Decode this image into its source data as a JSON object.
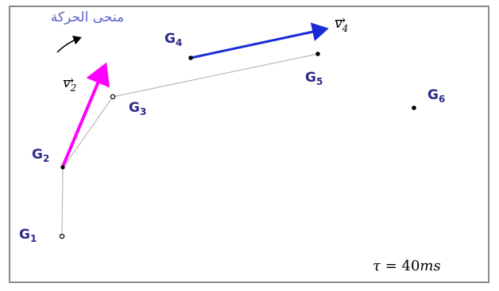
{
  "title": "منحى الحركة",
  "points": [
    {
      "id": "G1",
      "base": "G",
      "sub": "1"
    },
    {
      "id": "G2",
      "base": "G",
      "sub": "2"
    },
    {
      "id": "G3",
      "base": "G",
      "sub": "3"
    },
    {
      "id": "G4",
      "base": "G",
      "sub": "4"
    },
    {
      "id": "G5",
      "base": "G",
      "sub": "5"
    },
    {
      "id": "G6",
      "base": "G",
      "sub": "6"
    }
  ],
  "vectors": {
    "v2": {
      "symbol": "v",
      "arrow": "→",
      "sub": "2",
      "color": "#ff00ff"
    },
    "v4": {
      "symbol": "v",
      "arrow": "→",
      "sub": "4",
      "color": "#1a2bd6"
    }
  },
  "time_step": {
    "tau": "τ",
    "equals": " = 40",
    "unit": "ms"
  },
  "colors": {
    "frame": "#8a8a8a",
    "trajectory": "#b8b8b8",
    "labels": "#2b2b8c",
    "title": "#5a63c8"
  }
}
